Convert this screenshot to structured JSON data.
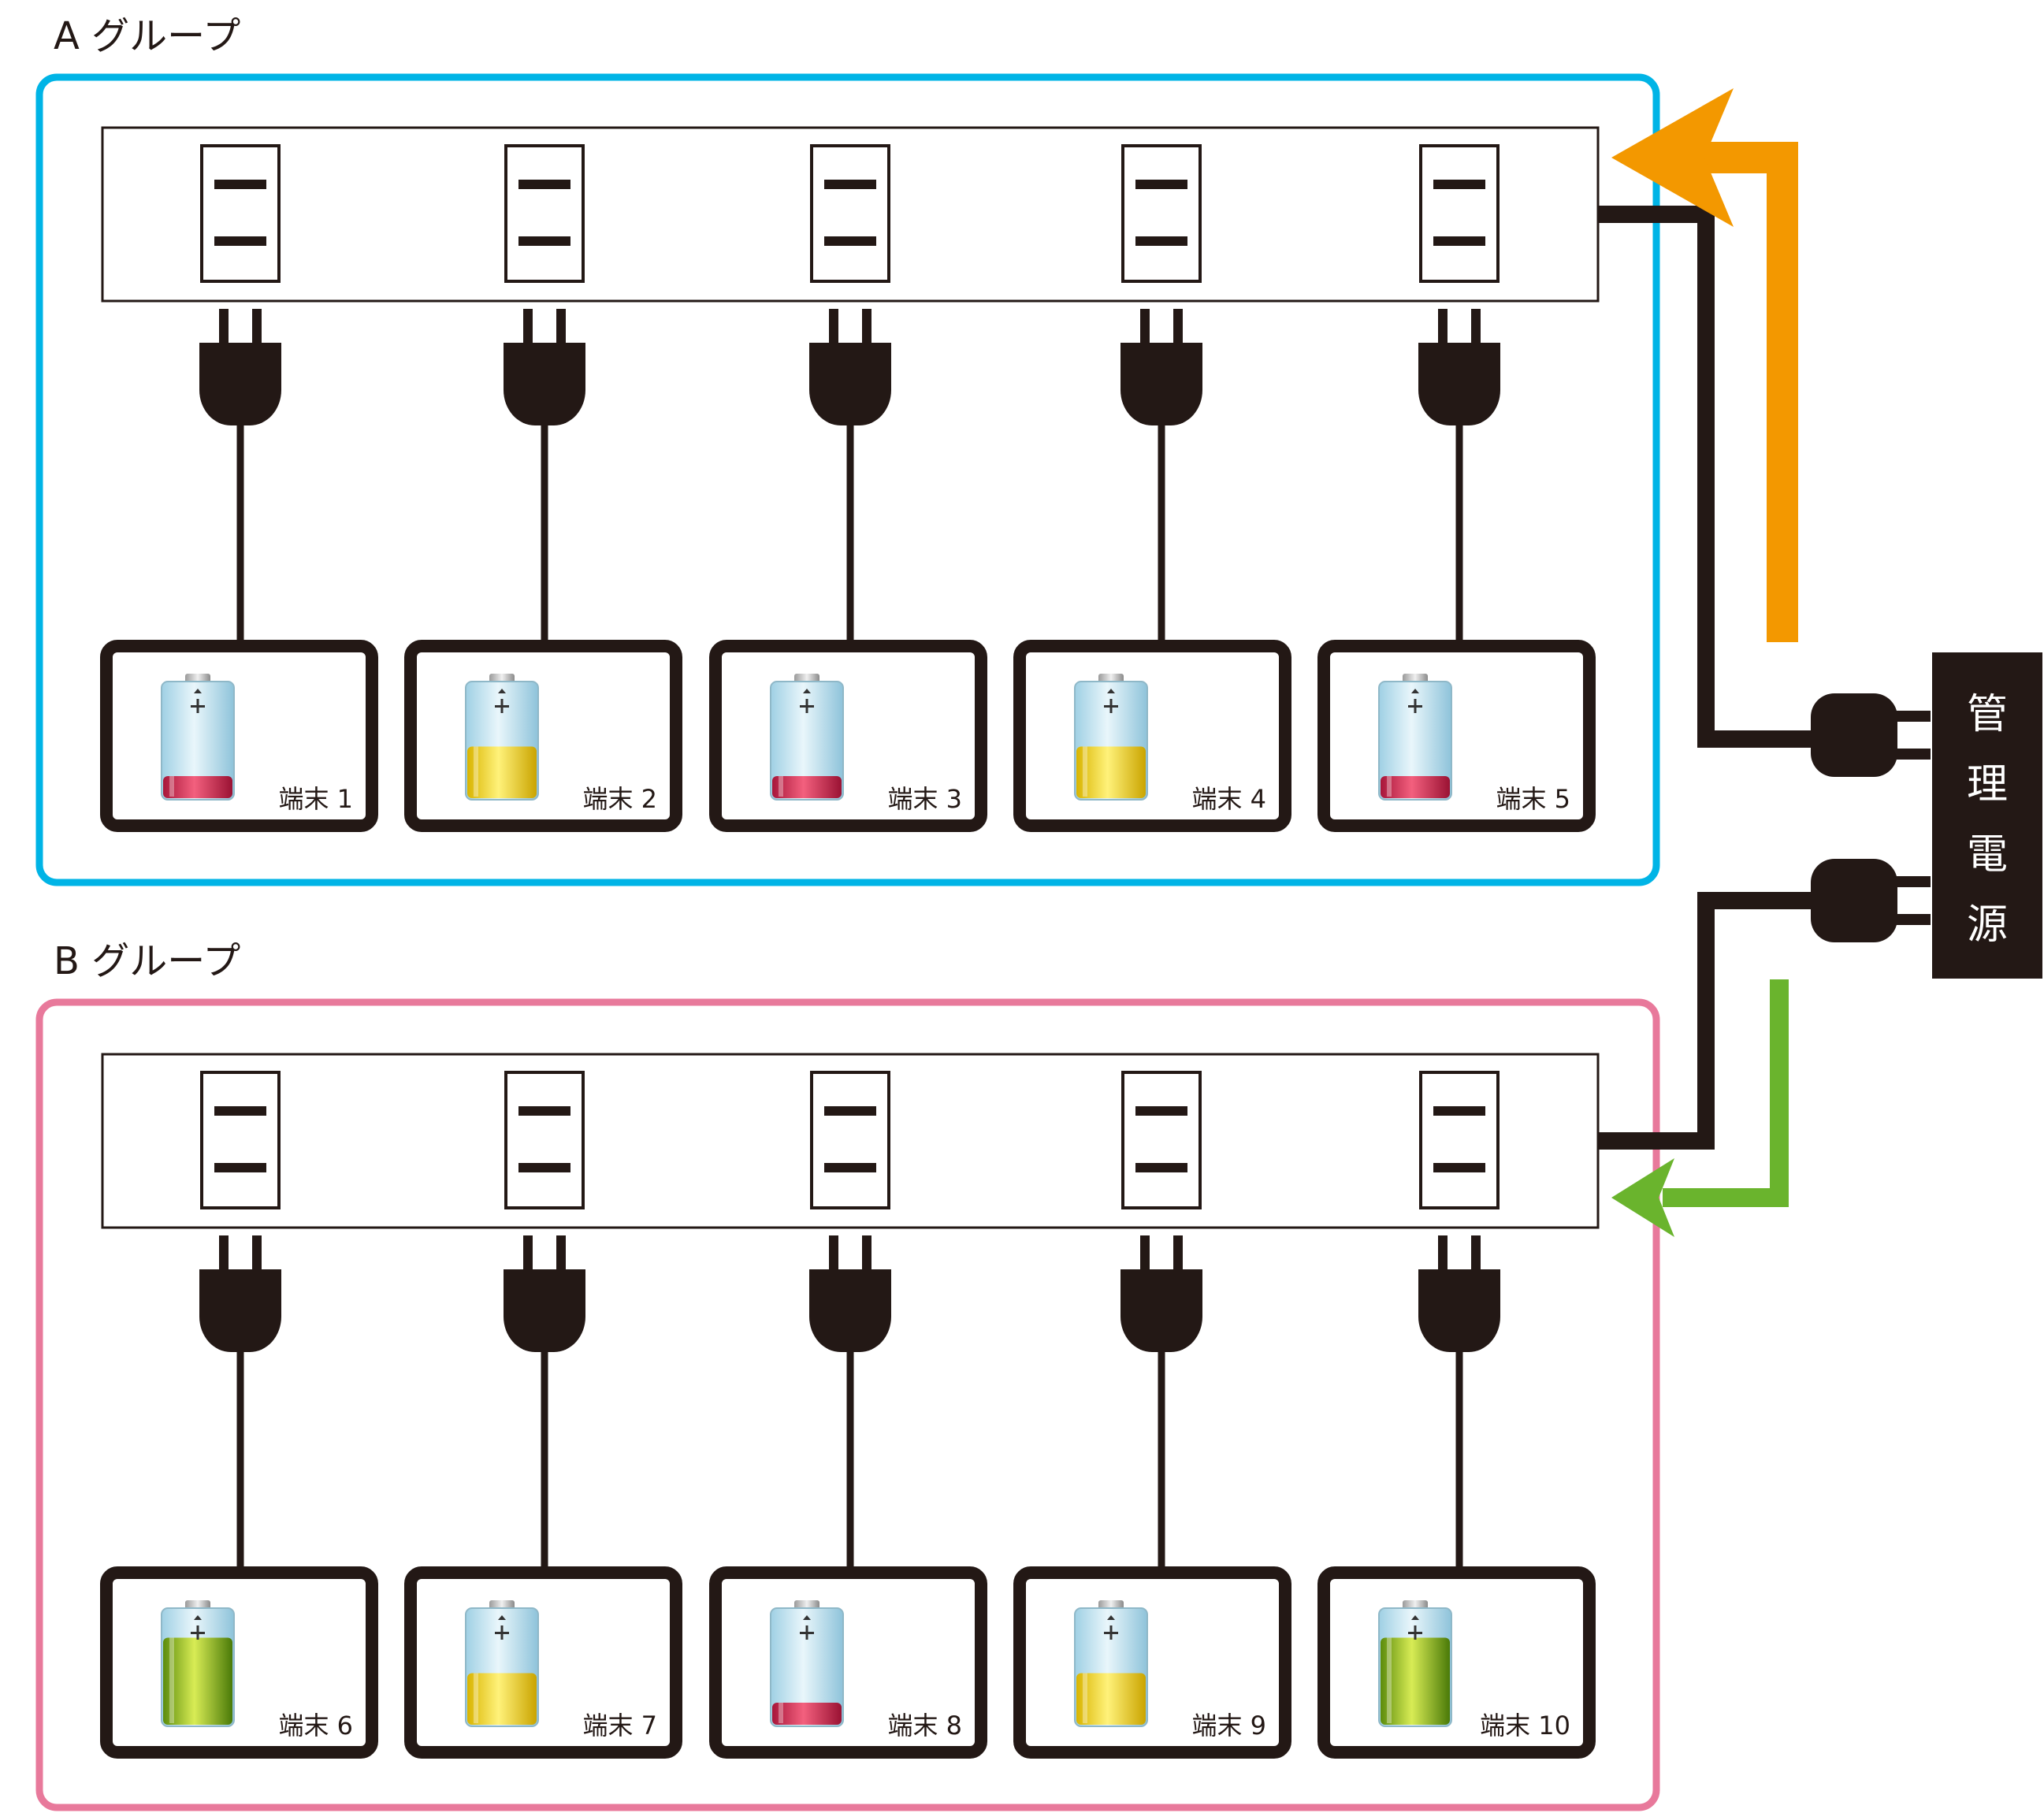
{
  "groups": [
    {
      "label": "A グループ",
      "border_color": "#00b4e6",
      "terminals": [
        {
          "label": "端末 1",
          "level": 0.2,
          "color": "red"
        },
        {
          "label": "端末 2",
          "level": 0.45,
          "color": "yellow"
        },
        {
          "label": "端末 3",
          "level": 0.2,
          "color": "red"
        },
        {
          "label": "端末 4",
          "level": 0.45,
          "color": "yellow"
        },
        {
          "label": "端末 5",
          "level": 0.2,
          "color": "red"
        }
      ]
    },
    {
      "label": "B グループ",
      "border_color": "#e8799b",
      "terminals": [
        {
          "label": "端末 6",
          "level": 0.75,
          "color": "green"
        },
        {
          "label": "端末 7",
          "level": 0.45,
          "color": "yellow"
        },
        {
          "label": "端末 8",
          "level": 0.2,
          "color": "red"
        },
        {
          "label": "端末 9",
          "level": 0.45,
          "color": "yellow"
        },
        {
          "label": "端末 10",
          "level": 0.75,
          "color": "green"
        }
      ]
    }
  ],
  "power_supply": {
    "label_chars": [
      "管",
      "理",
      "電",
      "源"
    ],
    "color": "#231815"
  },
  "arrows": {
    "group_a_color": "#f39800",
    "group_b_color": "#6ab42d"
  },
  "colors": {
    "line": "#231815",
    "battery_red": "#c8234a",
    "battery_yellow": "#ecc800",
    "battery_green": "#8cb820",
    "battery_glass": "#bfe0ee"
  }
}
